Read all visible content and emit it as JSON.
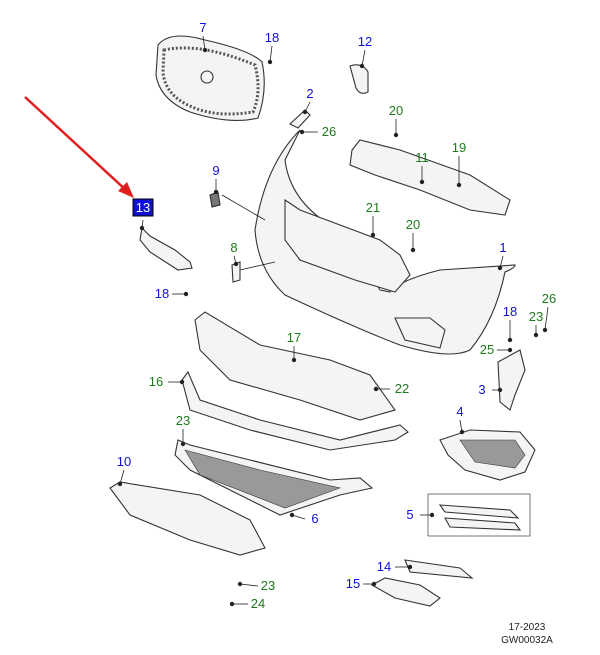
{
  "colors": {
    "blue": "#1010d0",
    "green": "#1e7a1e",
    "arrow": "#e02020",
    "highlight_box": "#1010d0"
  },
  "callouts": [
    {
      "n": "7",
      "c": "blue"
    },
    {
      "n": "18",
      "c": "blue"
    },
    {
      "n": "12",
      "c": "blue"
    },
    {
      "n": "2",
      "c": "blue"
    },
    {
      "n": "26",
      "c": "green"
    },
    {
      "n": "20",
      "c": "green"
    },
    {
      "n": "11",
      "c": "green"
    },
    {
      "n": "19",
      "c": "green"
    },
    {
      "n": "9",
      "c": "blue"
    },
    {
      "n": "13",
      "c": "blue",
      "highlighted": true
    },
    {
      "n": "21",
      "c": "green"
    },
    {
      "n": "20",
      "c": "green"
    },
    {
      "n": "8",
      "c": "green"
    },
    {
      "n": "1",
      "c": "blue"
    },
    {
      "n": "18",
      "c": "blue"
    },
    {
      "n": "18",
      "c": "blue"
    },
    {
      "n": "26",
      "c": "green"
    },
    {
      "n": "23",
      "c": "green"
    },
    {
      "n": "17",
      "c": "green"
    },
    {
      "n": "25",
      "c": "green"
    },
    {
      "n": "16",
      "c": "green"
    },
    {
      "n": "22",
      "c": "green"
    },
    {
      "n": "3",
      "c": "blue"
    },
    {
      "n": "4",
      "c": "blue"
    },
    {
      "n": "23",
      "c": "green"
    },
    {
      "n": "10",
      "c": "blue"
    },
    {
      "n": "6",
      "c": "blue"
    },
    {
      "n": "5",
      "c": "blue"
    },
    {
      "n": "14",
      "c": "blue"
    },
    {
      "n": "15",
      "c": "blue"
    },
    {
      "n": "23",
      "c": "green"
    },
    {
      "n": "24",
      "c": "green"
    }
  ],
  "footer": {
    "date_code": "17-2023",
    "figure_id": "GW00032A"
  }
}
